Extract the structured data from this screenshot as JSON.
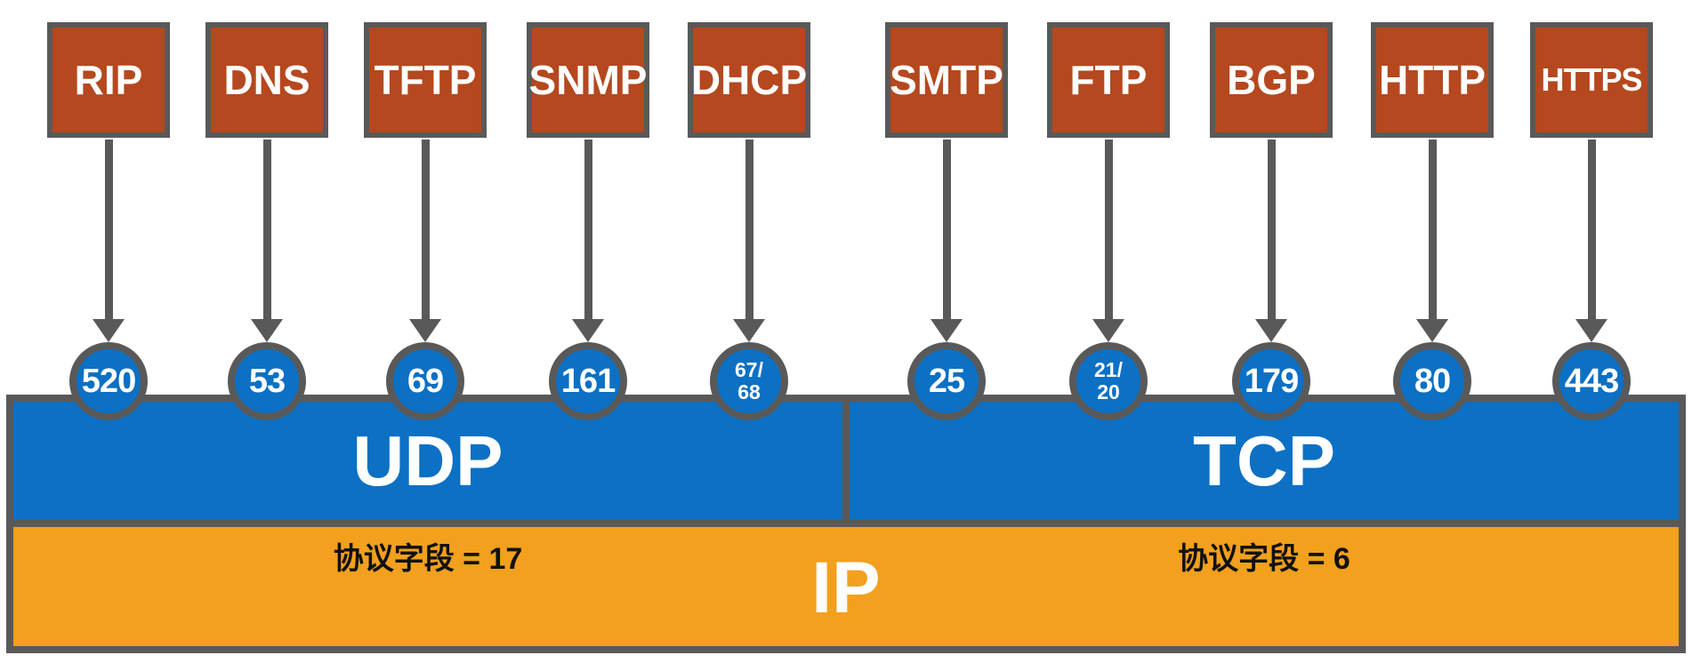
{
  "colors": {
    "protocol_box_fill": "#B5481E",
    "outline_gray": "#595959",
    "transport_blue": "#0C70C4",
    "network_orange": "#F2A01D",
    "box_text": "#FFFFFF",
    "note_text": "#111111"
  },
  "columns": [
    {
      "protocol": "RIP",
      "port_lines": [
        "520"
      ]
    },
    {
      "protocol": "DNS",
      "port_lines": [
        "53"
      ]
    },
    {
      "protocol": "TFTP",
      "port_lines": [
        "69"
      ]
    },
    {
      "protocol": "SNMP",
      "port_lines": [
        "161"
      ]
    },
    {
      "protocol": "DHCP",
      "port_lines": [
        "67/",
        "68"
      ]
    },
    {
      "protocol": "SMTP",
      "port_lines": [
        "25"
      ]
    },
    {
      "protocol": "FTP",
      "port_lines": [
        "21/",
        "20"
      ]
    },
    {
      "protocol": "BGP",
      "port_lines": [
        "179"
      ]
    },
    {
      "protocol": "HTTP",
      "port_lines": [
        "80"
      ]
    },
    {
      "protocol": "HTTPS",
      "port_lines": [
        "443"
      ]
    }
  ],
  "transport": {
    "udp": {
      "label": "UDP",
      "protocol_field_note": "协议字段 = 17"
    },
    "tcp": {
      "label": "TCP",
      "protocol_field_note": "协议字段 = 6"
    }
  },
  "network": {
    "label": "IP"
  }
}
